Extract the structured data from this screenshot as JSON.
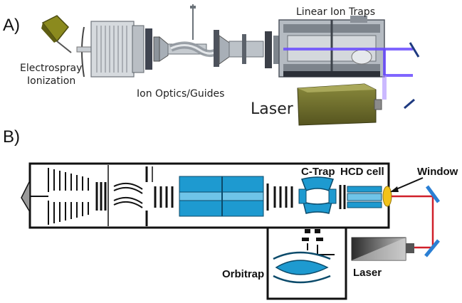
{
  "panel_a": {
    "letter": "A)",
    "labels": {
      "esi_line1": "Electrospray",
      "esi_line2": "Ionization",
      "optics": "Ion Optics/Guides",
      "traps": "Linear Ion Traps",
      "laser": "Laser"
    },
    "colors": {
      "beam": "#6a4cff",
      "laser_box": "#6b6a2a",
      "metal": "#9aa3ad"
    }
  },
  "panel_b": {
    "letter": "B)",
    "labels": {
      "ctrap": "C-Trap",
      "hcd": "HCD cell",
      "window": "Window",
      "orbitrap": "Orbitrap",
      "laser": "Laser"
    },
    "colors": {
      "cell": "#1e9ad0",
      "laser_path": "#d0202a",
      "mirror": "#2a7fd4",
      "window": "#f2c21a"
    }
  }
}
